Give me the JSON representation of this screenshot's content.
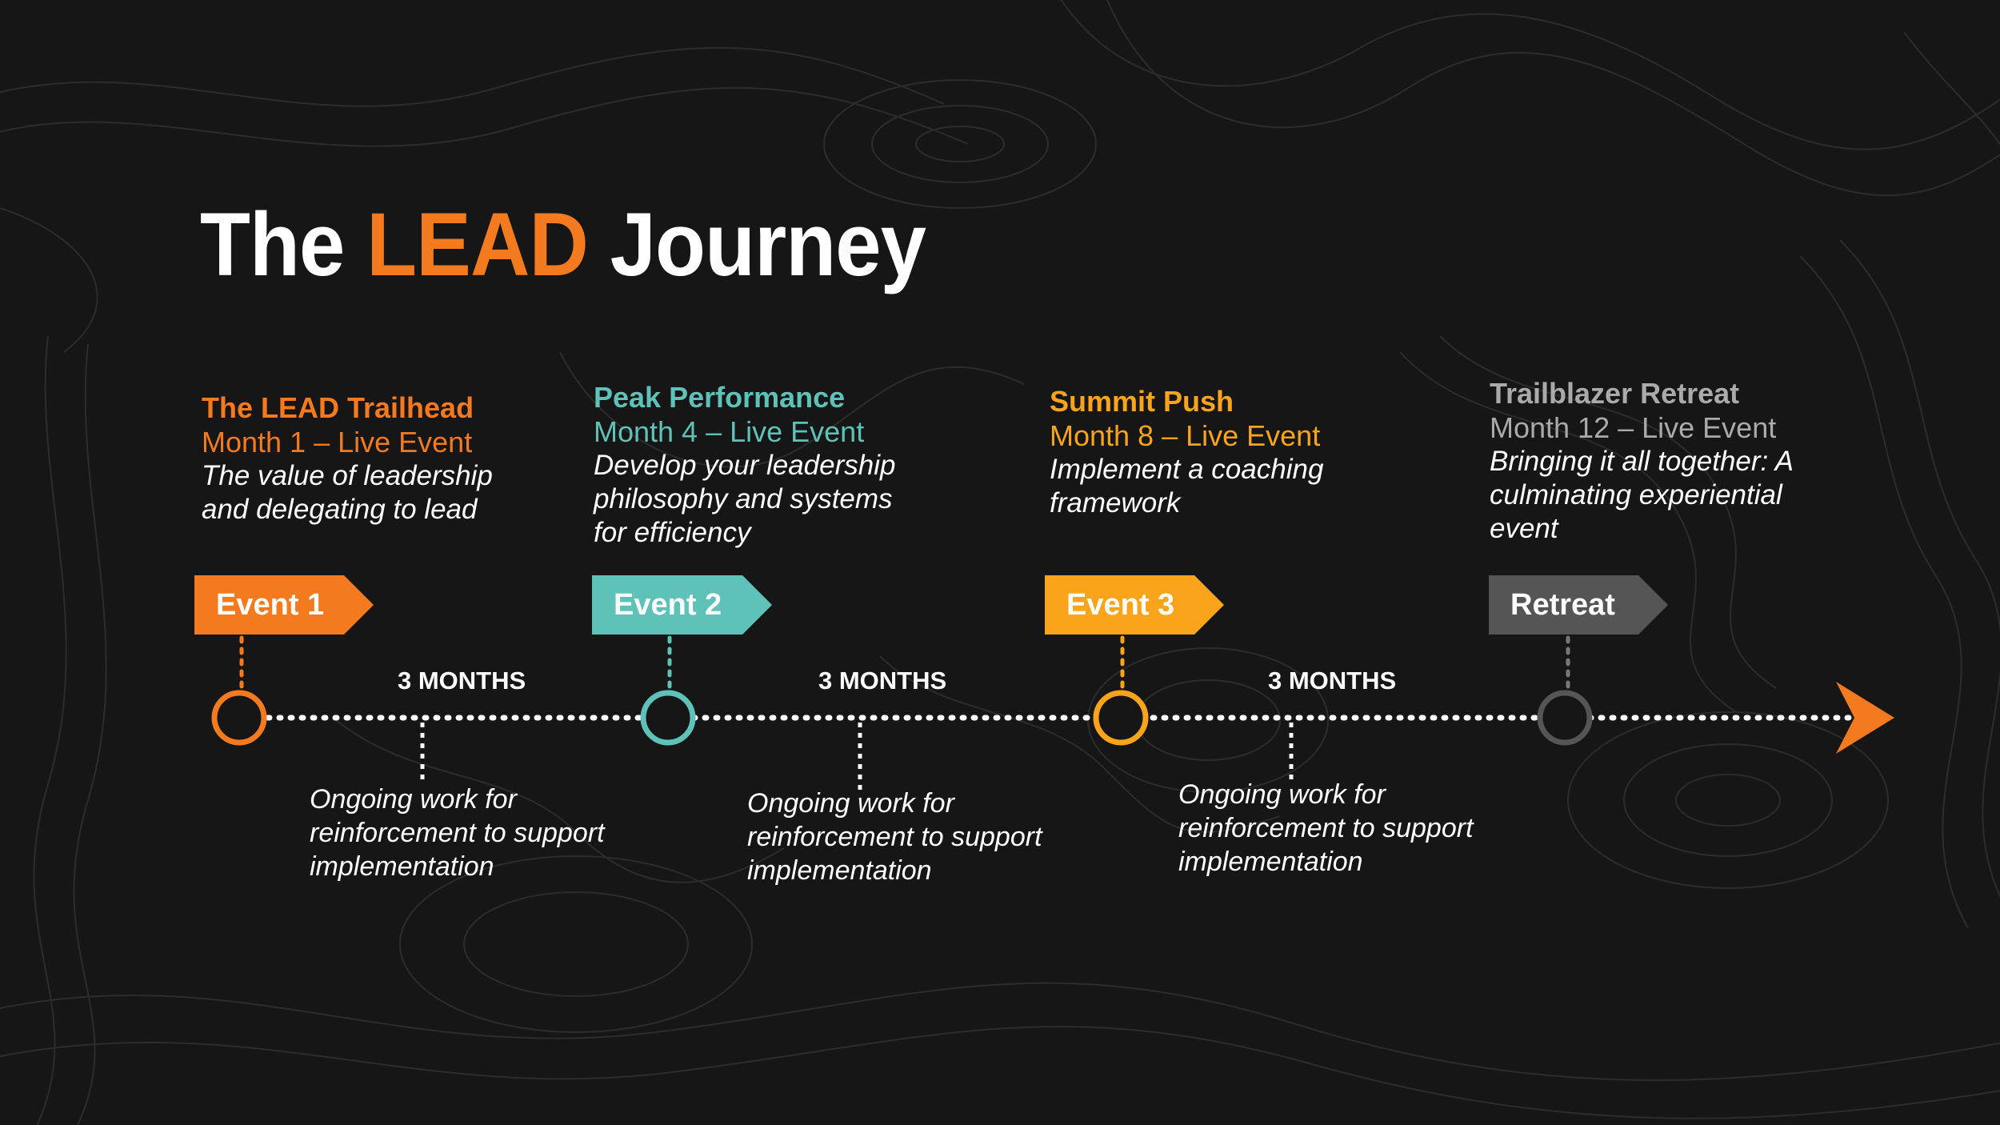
{
  "title": {
    "part1": "The ",
    "highlight": "LEAD",
    "part2": " Journey"
  },
  "colors": {
    "orange": "#F47A20",
    "teal": "#5EC2B8",
    "yellow": "#F9A41A",
    "gray": "#555555",
    "text_gray": "#AAAAAA"
  },
  "milestones": [
    {
      "name": "The LEAD Trailhead",
      "subtitle": "Month 1 – Live Event",
      "desc": [
        "The value of leadership",
        "and delegating to lead"
      ],
      "tag": "Event 1"
    },
    {
      "name": "Peak Performance",
      "subtitle": "Month 4 – Live Event",
      "desc": [
        "Develop your leadership",
        "philosophy and systems",
        "for efficiency"
      ],
      "tag": "Event 2"
    },
    {
      "name": "Summit Push",
      "subtitle": "Month 8 – Live Event",
      "desc": [
        "Implement a coaching",
        "framework"
      ],
      "tag": "Event 3"
    },
    {
      "name": "Trailblazer Retreat",
      "subtitle": "Month 12 – Live Event",
      "desc": [
        "Bringing it all together: A",
        "culminating experiential",
        "event"
      ],
      "tag": "Retreat"
    }
  ],
  "intervals": [
    {
      "label": "3 MONTHS",
      "note": [
        "Ongoing work for",
        "reinforcement to support",
        "implementation"
      ]
    },
    {
      "label": "3 MONTHS",
      "note": [
        "Ongoing work for",
        "reinforcement to support",
        "implementation"
      ]
    },
    {
      "label": "3 MONTHS",
      "note": [
        "Ongoing work for",
        "reinforcement to support",
        "implementation"
      ]
    }
  ]
}
